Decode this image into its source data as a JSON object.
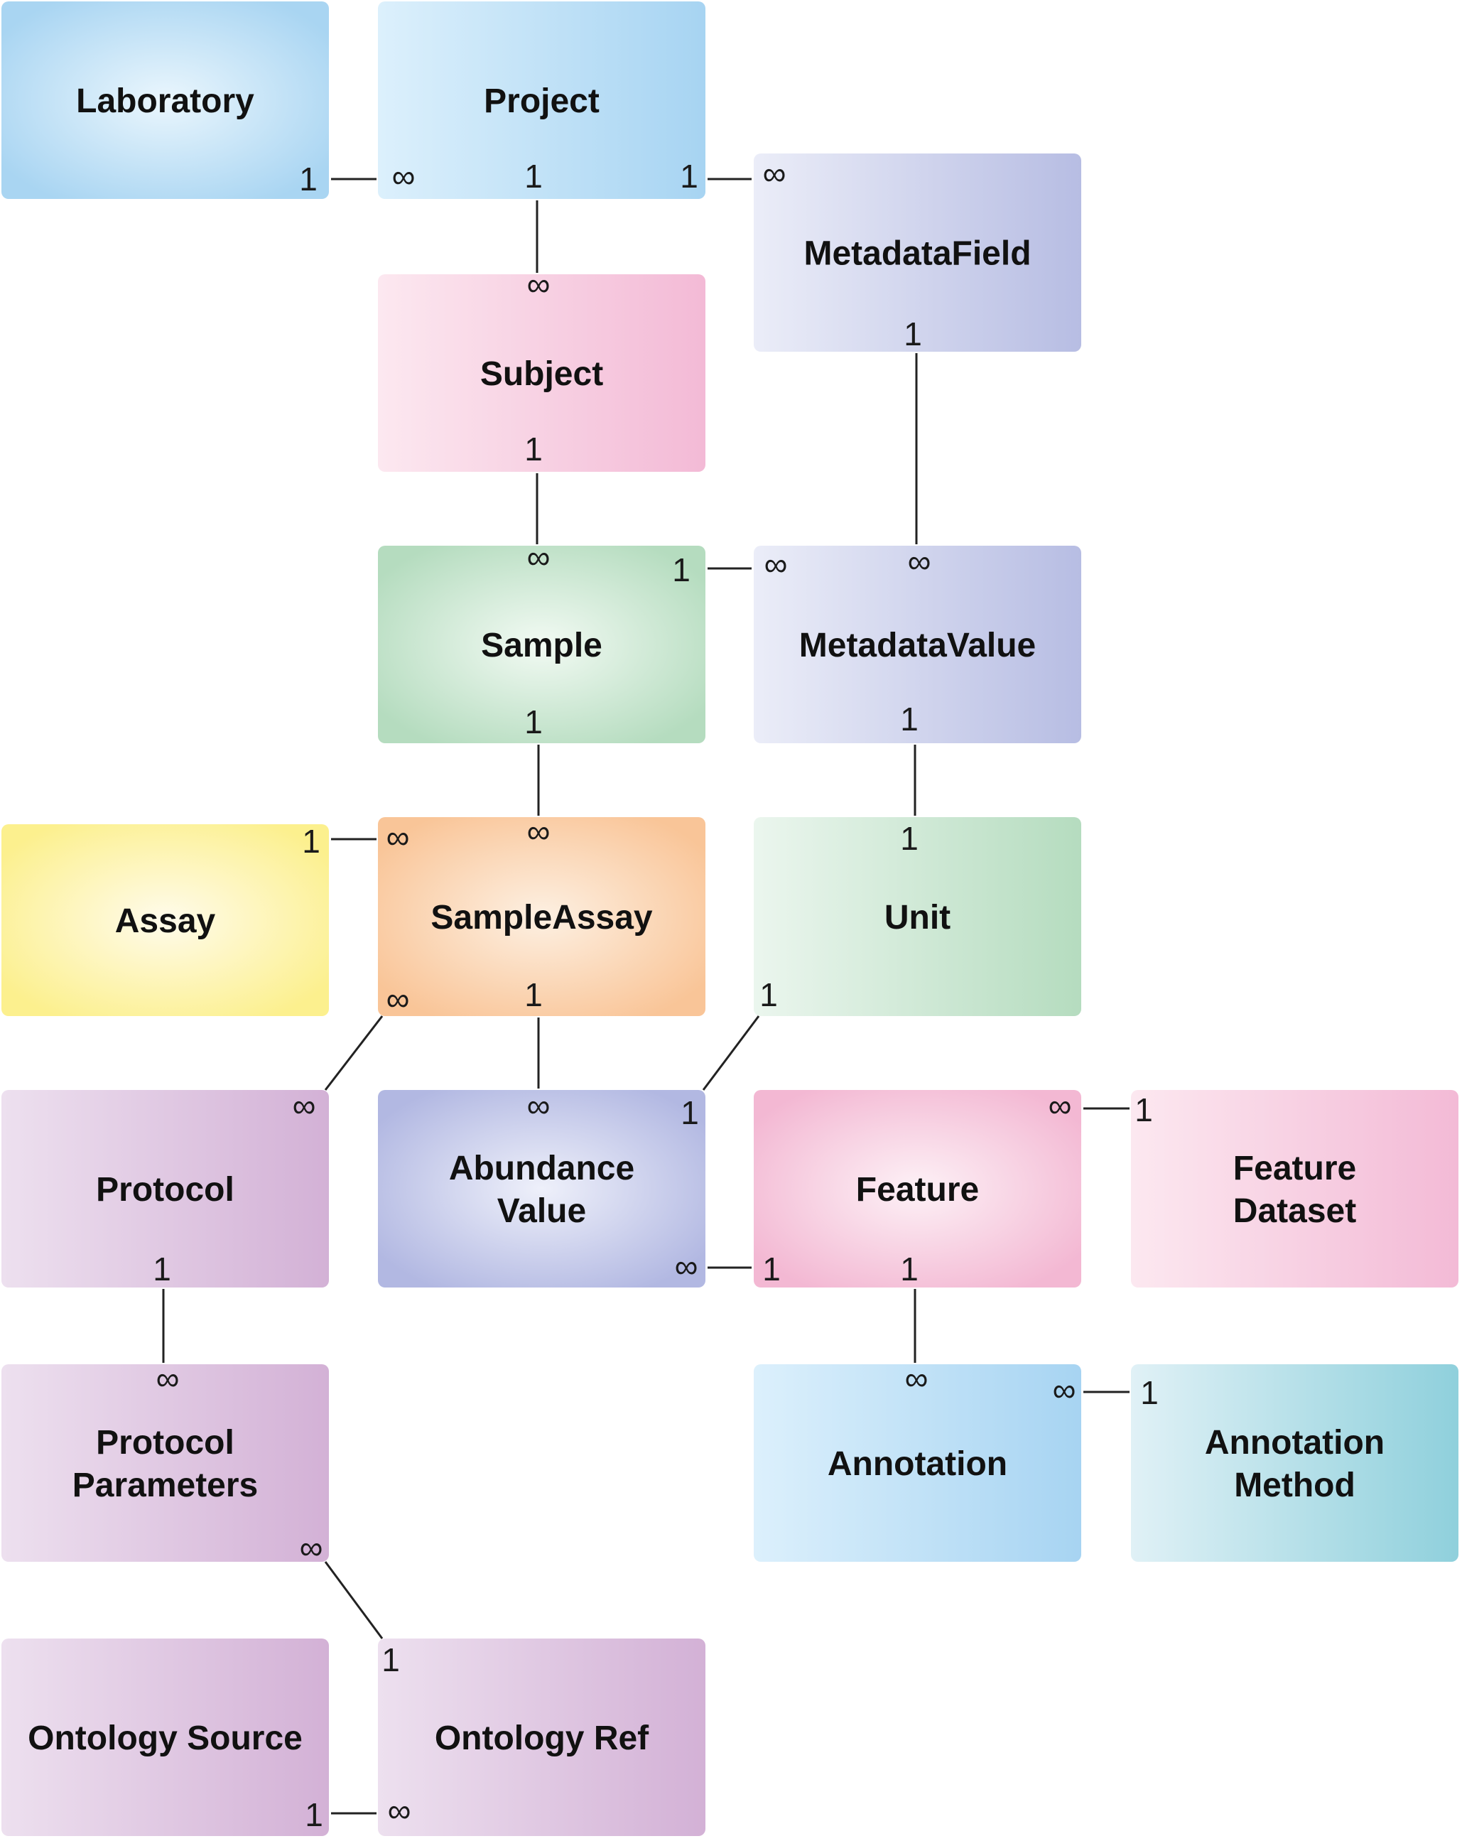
{
  "entities": [
    {
      "id": "laboratory",
      "lines": [
        "Laboratory"
      ],
      "gradient": "radial",
      "c1": "#eaf6fd",
      "c2": "#a9d5f2"
    },
    {
      "id": "project",
      "lines": [
        "Project"
      ],
      "gradient": "linear",
      "c1": "#dcf0fc",
      "c2": "#a7d4f2"
    },
    {
      "id": "metadatafield",
      "lines": [
        "MetadataField"
      ],
      "gradient": "linear",
      "c1": "#ebedf8",
      "c2": "#b7bde3"
    },
    {
      "id": "subject",
      "lines": [
        "Subject"
      ],
      "gradient": "linear",
      "c1": "#fce8f0",
      "c2": "#f3bad6"
    },
    {
      "id": "sample",
      "lines": [
        "Sample"
      ],
      "gradient": "radial",
      "c1": "#f2faf3",
      "c2": "#b5dcbf"
    },
    {
      "id": "metadatavalue",
      "lines": [
        "MetadataValue"
      ],
      "gradient": "linear",
      "c1": "#ebedf8",
      "c2": "#b7bde3"
    },
    {
      "id": "assay",
      "lines": [
        "Assay"
      ],
      "gradient": "radial",
      "c1": "#fffbeb",
      "c2": "#fcf08e"
    },
    {
      "id": "sampleassay",
      "lines": [
        "SampleAssay"
      ],
      "gradient": "radial",
      "c1": "#fdf0e2",
      "c2": "#f9c598"
    },
    {
      "id": "unit",
      "lines": [
        "Unit"
      ],
      "gradient": "linear",
      "c1": "#ebf6ee",
      "c2": "#b5dcbf"
    },
    {
      "id": "protocol",
      "lines": [
        "Protocol"
      ],
      "gradient": "linear",
      "c1": "#ede0ef",
      "c2": "#d3b1d6"
    },
    {
      "id": "abundancevalue",
      "lines": [
        "Abundance",
        "Value"
      ],
      "gradient": "radial",
      "c1": "#eef0fa",
      "c2": "#b2b8e2"
    },
    {
      "id": "feature",
      "lines": [
        "Feature"
      ],
      "gradient": "radial",
      "c1": "#fdf1f6",
      "c2": "#f3b8d3"
    },
    {
      "id": "featuredataset",
      "lines": [
        "Feature",
        "Dataset"
      ],
      "gradient": "linear",
      "c1": "#fce8f0",
      "c2": "#f3bad6"
    },
    {
      "id": "protocolparameters",
      "lines": [
        "Protocol",
        "Parameters"
      ],
      "gradient": "linear",
      "c1": "#ede0ef",
      "c2": "#d3b1d6"
    },
    {
      "id": "annotation",
      "lines": [
        "Annotation"
      ],
      "gradient": "linear",
      "c1": "#dcf0fc",
      "c2": "#a7d4f2"
    },
    {
      "id": "annotationmethod",
      "lines": [
        "Annotation",
        "Method"
      ],
      "gradient": "linear",
      "c1": "#e0f1f6",
      "c2": "#8fd0dc"
    },
    {
      "id": "ontologysource",
      "lines": [
        "Ontology Source"
      ],
      "gradient": "linear",
      "c1": "#ede0ef",
      "c2": "#d3b1d6"
    },
    {
      "id": "ontologyref",
      "lines": [
        "Ontology Ref"
      ],
      "gradient": "linear",
      "c1": "#ede0ef",
      "c2": "#d3b1d6"
    }
  ],
  "relationships": [
    {
      "from": "laboratory",
      "to": "project",
      "from_card": "1",
      "to_card": "∞"
    },
    {
      "from": "project",
      "to": "subject",
      "from_card": "1",
      "to_card": "∞"
    },
    {
      "from": "project",
      "to": "metadatafield",
      "from_card": "1",
      "to_card": "∞"
    },
    {
      "from": "subject",
      "to": "sample",
      "from_card": "1",
      "to_card": "∞"
    },
    {
      "from": "metadatafield",
      "to": "metadatavalue",
      "from_card": "1",
      "to_card": "∞"
    },
    {
      "from": "sample",
      "to": "metadatavalue",
      "from_card": "1",
      "to_card": "∞"
    },
    {
      "from": "sample",
      "to": "sampleassay",
      "from_card": "1",
      "to_card": "∞"
    },
    {
      "from": "metadatavalue",
      "to": "unit",
      "from_card": "1",
      "to_card": "1"
    },
    {
      "from": "assay",
      "to": "sampleassay",
      "from_card": "1",
      "to_card": "∞"
    },
    {
      "from": "sampleassay",
      "to": "protocol",
      "from_card": "∞",
      "to_card": "∞"
    },
    {
      "from": "sampleassay",
      "to": "abundancevalue",
      "from_card": "1",
      "to_card": "∞"
    },
    {
      "from": "unit",
      "to": "abundancevalue",
      "from_card": "1",
      "to_card": "1"
    },
    {
      "from": "feature",
      "to": "featuredataset",
      "from_card": "∞",
      "to_card": "1"
    },
    {
      "from": "abundancevalue",
      "to": "feature",
      "from_card": "∞",
      "to_card": "1"
    },
    {
      "from": "protocol",
      "to": "protocolparameters",
      "from_card": "1",
      "to_card": "∞"
    },
    {
      "from": "feature",
      "to": "annotation",
      "from_card": "1",
      "to_card": "∞"
    },
    {
      "from": "annotation",
      "to": "annotationmethod",
      "from_card": "∞",
      "to_card": "1"
    },
    {
      "from": "protocolparameters",
      "to": "ontologyref",
      "from_card": "∞",
      "to_card": "1"
    },
    {
      "from": "ontologysource",
      "to": "ontologyref",
      "from_card": "1",
      "to_card": "∞"
    }
  ]
}
